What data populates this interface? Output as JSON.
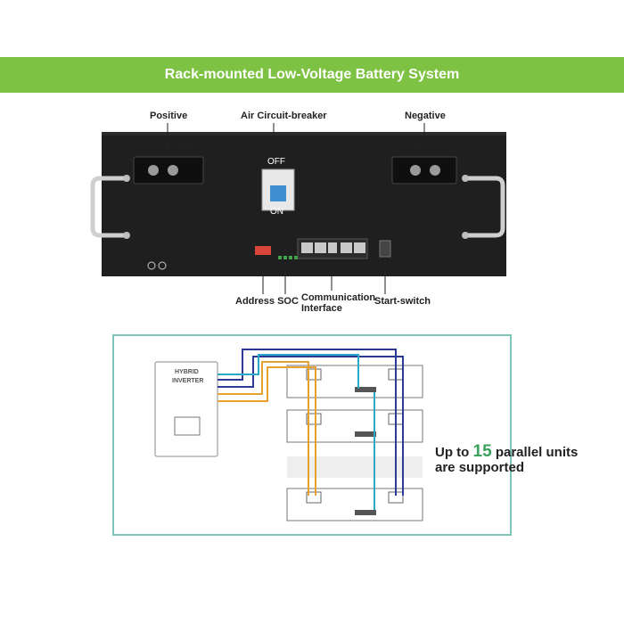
{
  "header": {
    "title": "Rack-mounted Low-Voltage Battery System"
  },
  "labels": {
    "positive": "Positive",
    "breaker": "Air Circuit-breaker",
    "negative": "Negative",
    "breaker_off": "OFF",
    "breaker_on": "ON",
    "address_soc": "Address SOC",
    "comm_line1": "Communication",
    "comm_line2": "Interface",
    "start_switch": "Start-switch",
    "plus_sign": "+",
    "minus_sign": "—"
  },
  "diagram": {
    "inverter_line1": "HYBRID",
    "inverter_line2": "INVERTER",
    "parallel_prefix": "Up to",
    "parallel_count": "15",
    "parallel_suffix": "parallel units",
    "parallel_line2": "are supported"
  },
  "colors": {
    "banner": "#7dc242",
    "panel": "#1f1f1f",
    "frame": "#7fc4bb",
    "wire_blue": "#2b3a96",
    "wire_orange": "#e8a030",
    "wire_cyan": "#2aa7c9",
    "accent_number": "#3aa05a"
  }
}
